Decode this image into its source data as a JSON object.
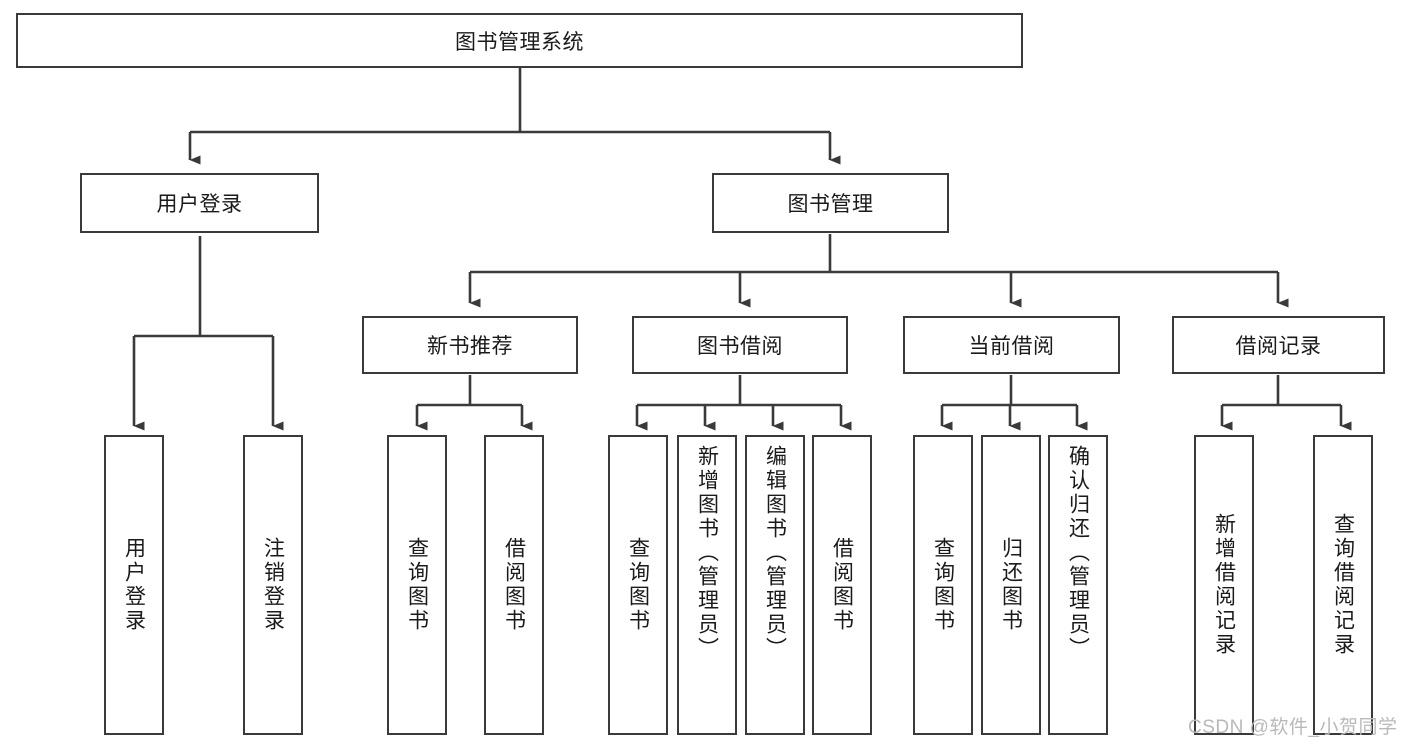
{
  "diagram": {
    "title": "图书管理系统",
    "type": "tree-hierarchy-chart",
    "root": {
      "id": "root",
      "label": "图书管理系统",
      "orientation": "horizontal"
    },
    "level2": [
      {
        "id": "user-login",
        "label": "用户登录",
        "orientation": "horizontal"
      },
      {
        "id": "book-management",
        "label": "图书管理",
        "orientation": "horizontal"
      }
    ],
    "level3": [
      {
        "id": "new-book-recommend",
        "label": "新书推荐",
        "orientation": "horizontal"
      },
      {
        "id": "book-borrow",
        "label": "图书借阅",
        "orientation": "horizontal"
      },
      {
        "id": "current-borrow",
        "label": "当前借阅",
        "orientation": "horizontal"
      },
      {
        "id": "borrow-record",
        "label": "借阅记录",
        "orientation": "horizontal"
      }
    ],
    "leaves": [
      {
        "id": "leaf-user-login",
        "label": "用户登录",
        "parent": "user-login"
      },
      {
        "id": "leaf-user-logout",
        "label": "注销登录",
        "parent": "user-login"
      },
      {
        "id": "leaf-query-book-1",
        "label": "查询图书",
        "parent": "new-book-recommend"
      },
      {
        "id": "leaf-borrow-book-1",
        "label": "借阅图书",
        "parent": "new-book-recommend"
      },
      {
        "id": "leaf-query-book-2",
        "label": "查询图书",
        "parent": "book-borrow"
      },
      {
        "id": "leaf-add-book",
        "label": "新增图书（管理员）",
        "parent": "book-borrow"
      },
      {
        "id": "leaf-edit-book",
        "label": "编辑图书（管理员）",
        "parent": "book-borrow"
      },
      {
        "id": "leaf-borrow-book-2",
        "label": "借阅图书",
        "parent": "book-borrow"
      },
      {
        "id": "leaf-query-book-3",
        "label": "查询图书",
        "parent": "current-borrow"
      },
      {
        "id": "leaf-return-book",
        "label": "归还图书",
        "parent": "current-borrow"
      },
      {
        "id": "leaf-confirm-return",
        "label": "确认归还（管理员）",
        "parent": "current-borrow"
      },
      {
        "id": "leaf-add-record",
        "label": "新增借阅记录",
        "parent": "borrow-record"
      },
      {
        "id": "leaf-query-record",
        "label": "查询借阅记录",
        "parent": "borrow-record"
      }
    ],
    "colors": {
      "stroke": "#3a3a3a",
      "background": "#ffffff",
      "text": "#1a1a1a",
      "watermark": "#b9b9b9"
    }
  },
  "watermark": {
    "text": "CSDN @软件_小贺同学"
  }
}
